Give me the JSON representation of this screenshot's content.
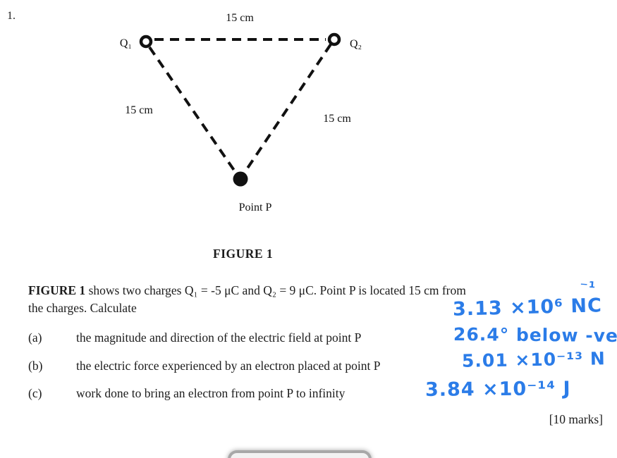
{
  "colors": {
    "ink": "#1c1c1c",
    "pen_blue": "#2b7ce8",
    "tab_border": "#a8a8a8"
  },
  "problem": {
    "number": "1.",
    "statement_bold": "FIGURE 1",
    "statement_line1_rest": " shows two charges Q₁ = -5 μC and Q₂ = 9 μC. Point P is located 15 cm from",
    "statement_line2": "the charges. Calculate",
    "parts": [
      {
        "label": "(a)",
        "text": "the magnitude and direction of the electric field at point P"
      },
      {
        "label": "(b)",
        "text": "the electric force experienced by an electron placed at point P"
      },
      {
        "label": "(c)",
        "text": "work done to bring an electron from point P to infinity"
      }
    ],
    "marks": "[10 marks]"
  },
  "figure": {
    "caption": "FIGURE 1",
    "labels": {
      "q1": "Q₁",
      "q2": "Q₂",
      "side_top": "15 cm",
      "side_left": "15 cm",
      "side_right": "15 cm",
      "point_p": "Point P"
    }
  },
  "handwritten_answers": {
    "a_exponent_carryover": "⁻¹",
    "a_magnitude": "3.13 ×10⁶ NC",
    "a_direction": "26.4° below -ve",
    "b_force": "5.01 ×10⁻¹³ N",
    "c_work": "3.84 ×10⁻¹⁴ J"
  }
}
